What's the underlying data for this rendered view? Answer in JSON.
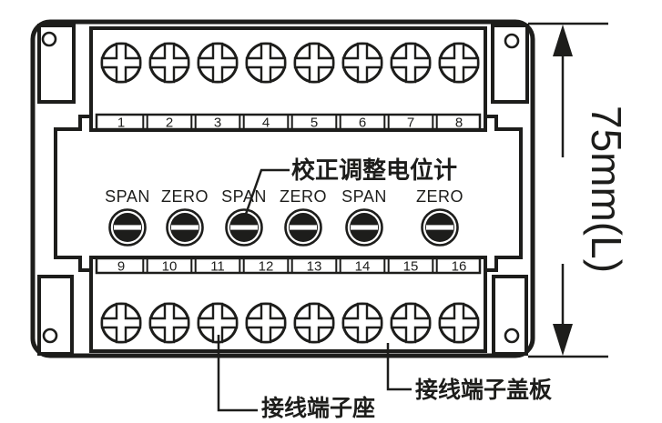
{
  "labels": {
    "calibration_pot": "校正调整电位计",
    "terminal_base": "接线端子座",
    "terminal_cover_plate": "接线端子盖板",
    "dimension": "75mm(L)"
  },
  "pot_labels": [
    "SPAN",
    "ZERO",
    "SPAN",
    "ZERO",
    "SPAN",
    "ZERO"
  ],
  "terminals": {
    "top": [
      "1",
      "2",
      "3",
      "4",
      "5",
      "6",
      "7",
      "8"
    ],
    "bottom": [
      "9",
      "10",
      "11",
      "12",
      "13",
      "14",
      "15",
      "16"
    ]
  },
  "colors": {
    "line": "#1d1d1b",
    "background": "#ffffff"
  }
}
